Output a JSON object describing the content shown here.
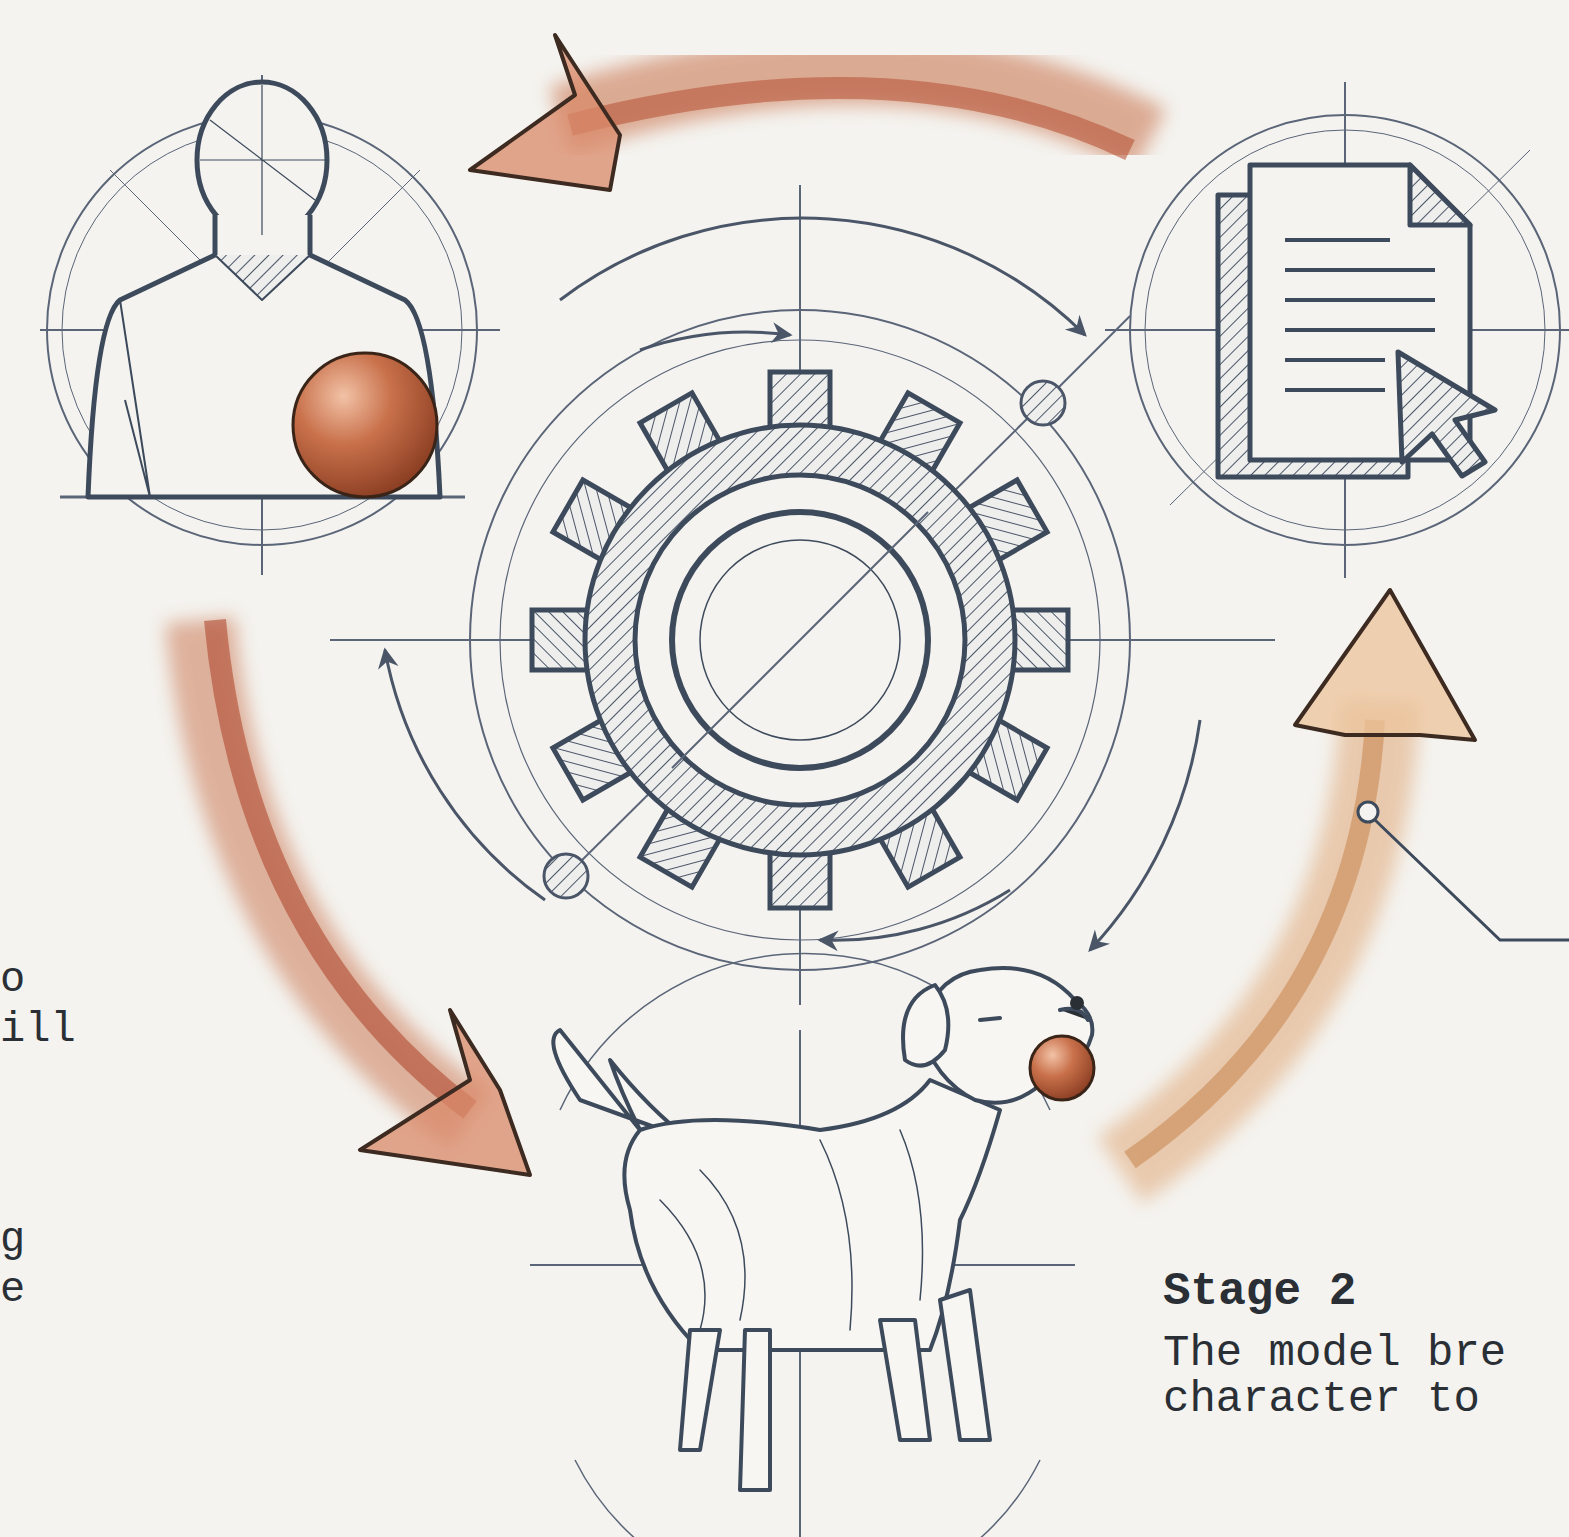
{
  "diagram": {
    "labels": [
      "o ill",
      "g e",
      "Stage 2",
      "The model bre character to"
    ]
  }
}
